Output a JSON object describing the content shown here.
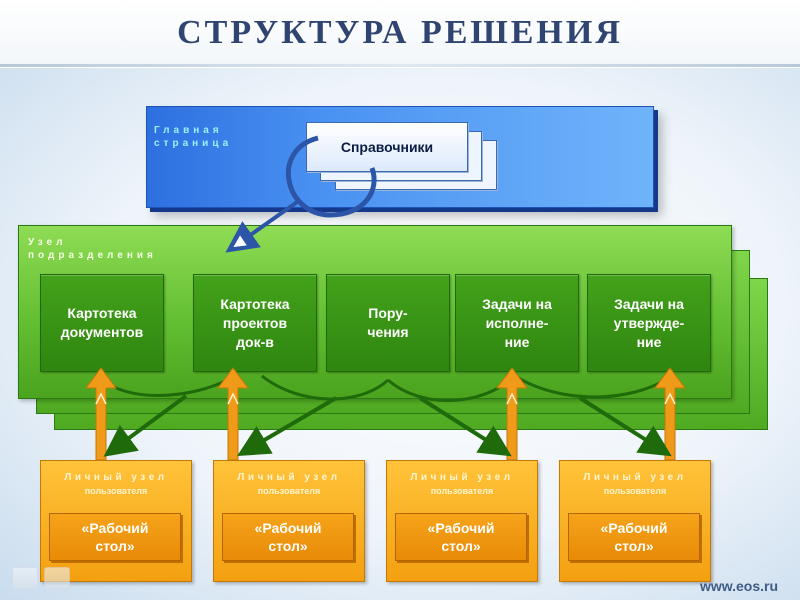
{
  "title": "СТРУКТУРА РЕШЕНИЯ",
  "main_page": {
    "label": "Главная\nстраница",
    "reference_card": "Справочники"
  },
  "department_node": {
    "label": "Узел\nподразделения",
    "modules": [
      "Картотека\nдокументов",
      "Картотека\nпроектов\nдок-в",
      "Пору-\nчения",
      "Задачи на\nисполне-\nние",
      "Задачи на\nутвержде-\nние"
    ]
  },
  "personal_nodes": [
    {
      "title": "Личный узел",
      "subtitle": "пользователя",
      "desktop": "«Рабочий\nстол»"
    },
    {
      "title": "Личный узел",
      "subtitle": "пользователя",
      "desktop": "«Рабочий\nстол»"
    },
    {
      "title": "Личный узел",
      "subtitle": "пользователя",
      "desktop": "«Рабочий\nстол»"
    },
    {
      "title": "Личный узел",
      "subtitle": "пользователя",
      "desktop": "«Рабочий\nстол»"
    }
  ],
  "footer": {
    "url": "www.eos.ru"
  },
  "colors": {
    "title": "#2f4470",
    "main_page_box": "#3f86ec",
    "department_node": "#63bf32",
    "module": "#3a9616",
    "personal_node": "#f8ae1f",
    "flow_arrow": "#f09a1a",
    "link_arrow": "#1f6a0a",
    "return_arrow": "#2c55a8"
  },
  "icons": [
    "circular-return-arrow-icon",
    "nav-prev-icon",
    "nav-next-icon"
  ]
}
